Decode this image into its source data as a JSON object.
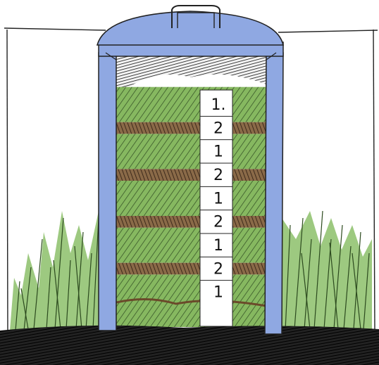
{
  "layer_labels": [
    "1.",
    "2",
    "1",
    "2",
    "1",
    "2",
    "1",
    "2",
    "1"
  ],
  "layer_kinds": [
    "green",
    "brown",
    "green",
    "brown",
    "green",
    "brown",
    "green",
    "brown",
    "green"
  ],
  "colors": {
    "bin": "#8fa8e2",
    "bin_dark": "#6d86c8",
    "green_material": "#7fae55",
    "brown_material": "#8a6a48",
    "grass": "#8cc06a",
    "soil": "#1a1a1a",
    "ink": "#1b1b1b"
  }
}
